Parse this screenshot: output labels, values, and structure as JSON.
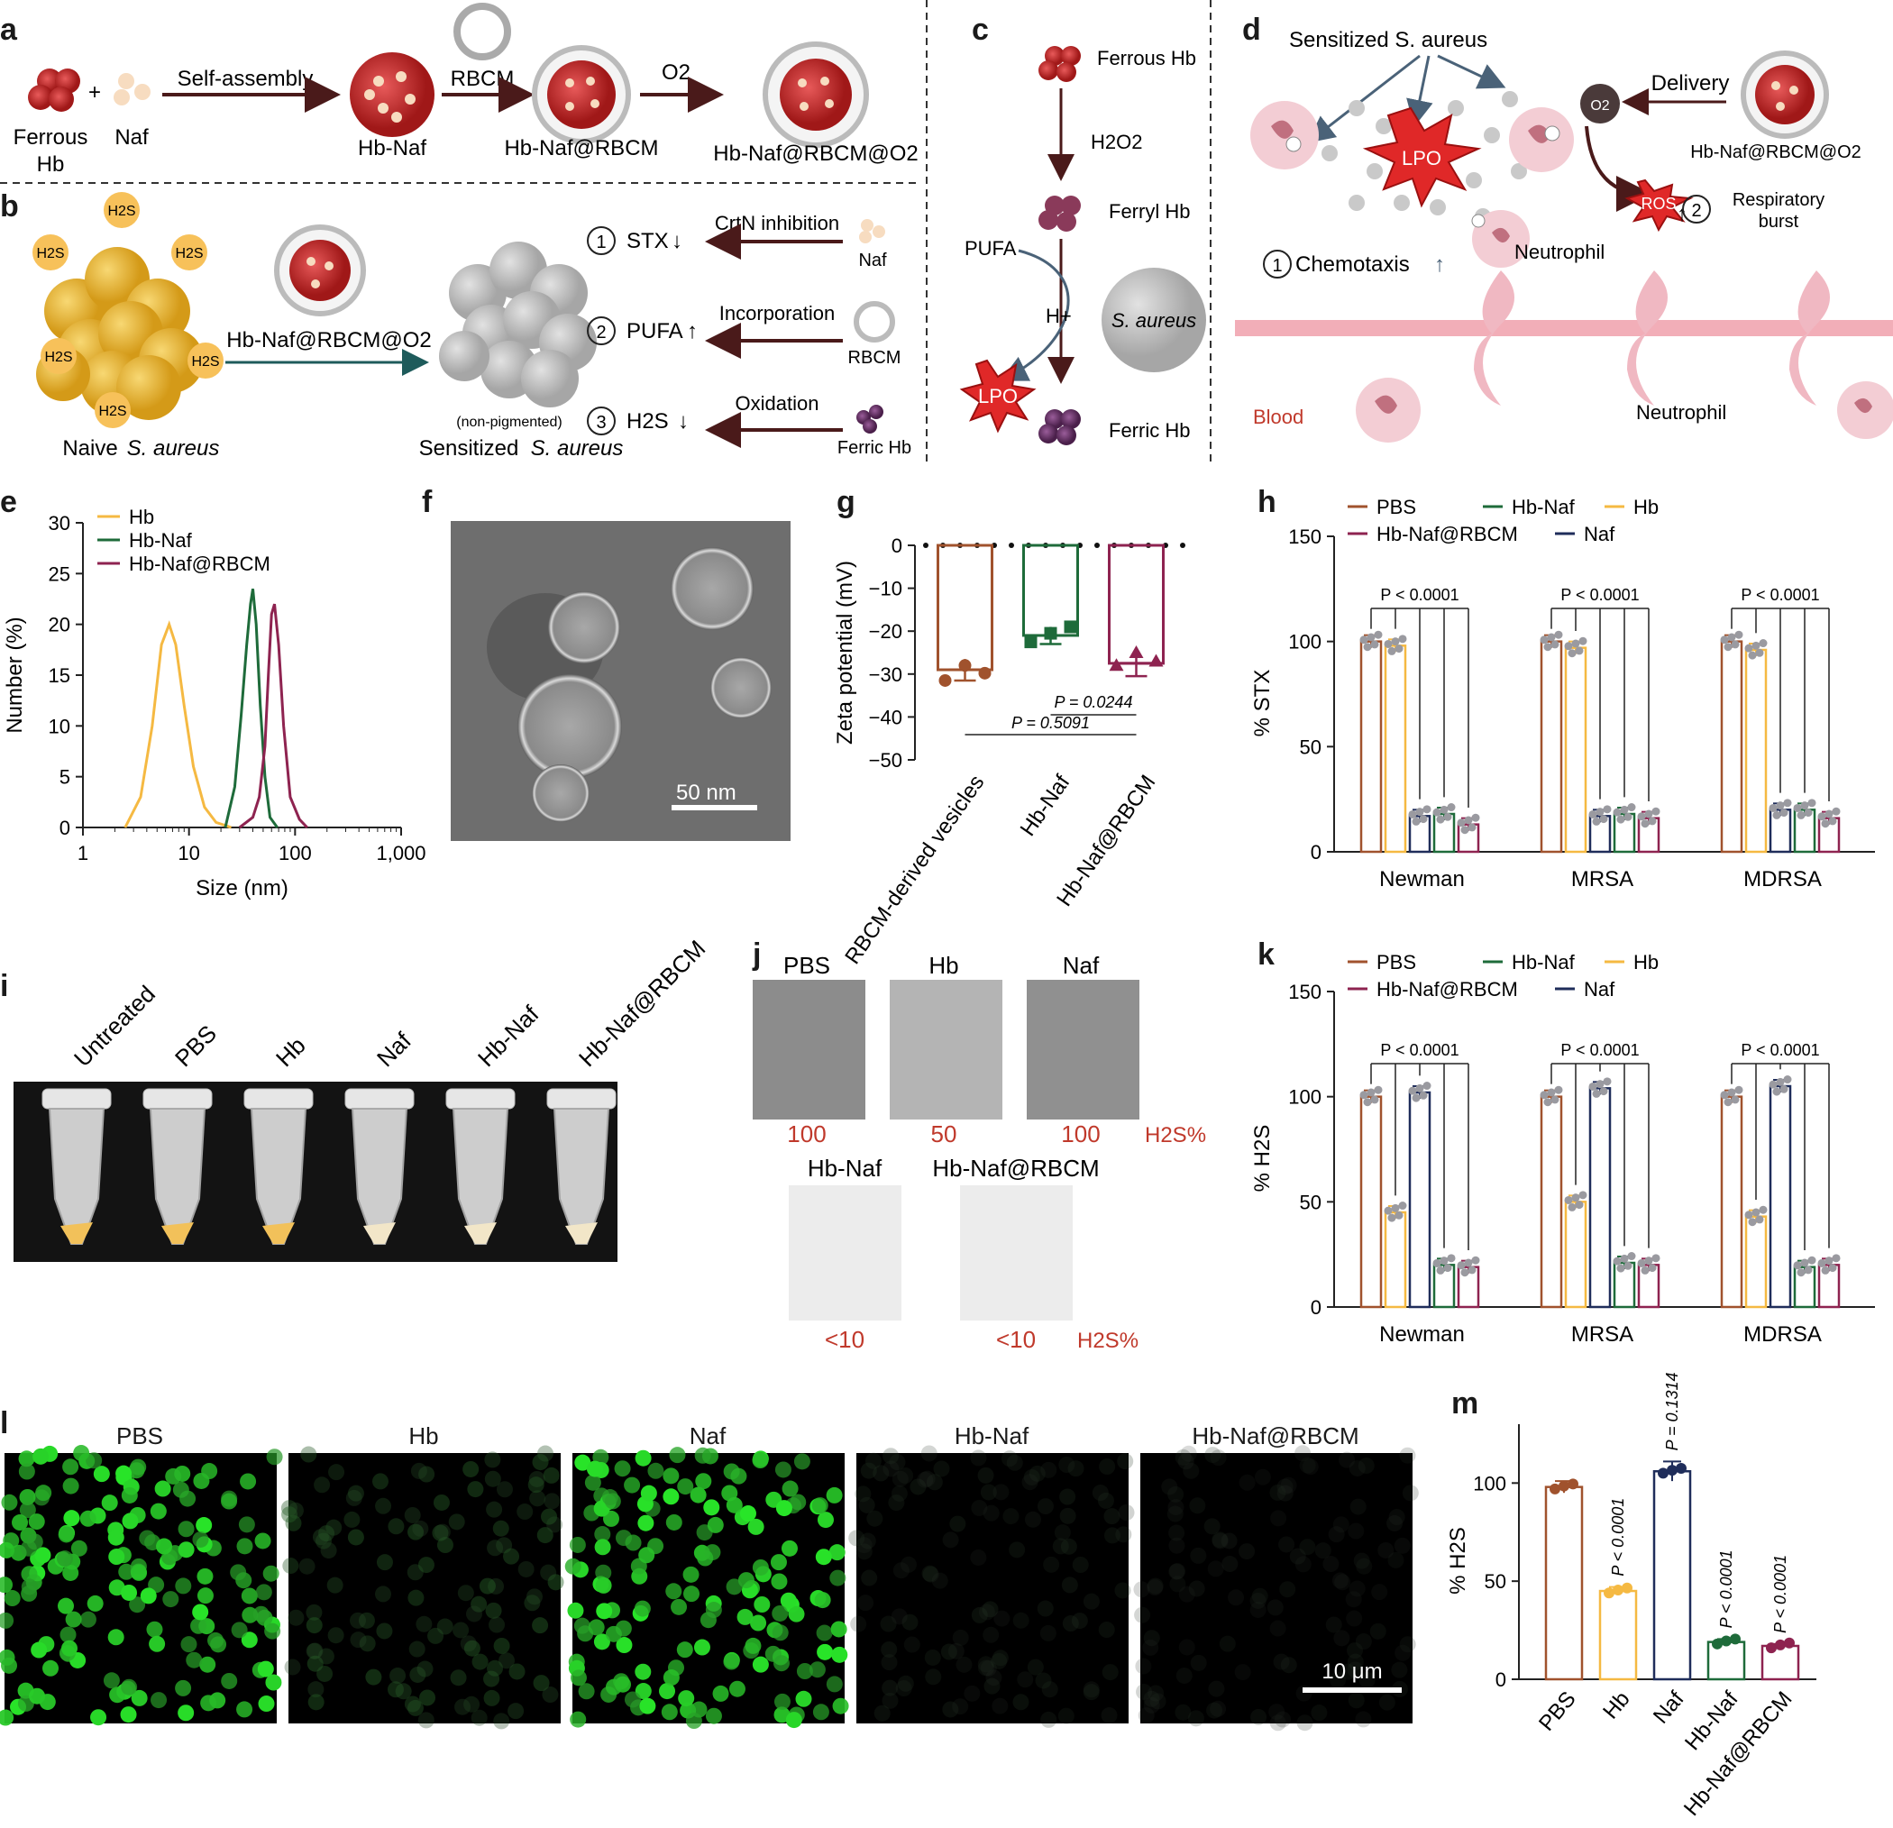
{
  "panel_labels": {
    "a": "a",
    "b": "b",
    "c": "c",
    "d": "d",
    "e": "e",
    "f": "f",
    "g": "g",
    "h": "h",
    "i": "i",
    "j": "j",
    "k": "k",
    "l": "l",
    "m": "m"
  },
  "panel_a": {
    "ferrous_hb": "Ferrous",
    "ferrous_hb2": "Hb",
    "plus": "+",
    "naf": "Naf",
    "self_assembly": "Self-assembly",
    "hb_naf": "Hb-Naf",
    "rbcm": "RBCM",
    "hb_naf_rbcm": "Hb-Naf@RBCM",
    "o2": "O2",
    "hb_naf_rbcm_o2": "Hb-Naf@RBCM@O2"
  },
  "panel_b": {
    "h2s": "H2S",
    "naive": "Naive",
    "s_aureus": "S. aureus",
    "agent": "Hb-Naf@RBCM@O2",
    "sensitized": "Sensitized",
    "non_pigmented": "(non-pigmented)",
    "steps": [
      {
        "num": "1",
        "name": "STX",
        "dir": "↓",
        "action": "CrtN inhibition",
        "source": "Naf"
      },
      {
        "num": "2",
        "name": "PUFA",
        "dir": "↑",
        "action": "Incorporation",
        "source": "RBCM"
      },
      {
        "num": "3",
        "name": "H2S",
        "dir": "↓",
        "action": "Oxidation",
        "source": "Ferric Hb"
      }
    ]
  },
  "panel_c": {
    "ferrous": "Ferrous Hb",
    "h2o2": "H2O2",
    "ferryl": "Ferryl Hb",
    "pufa": "PUFA",
    "hplus": "H+",
    "s_aureus": "S. aureus",
    "lpo": "LPO",
    "ferric": "Ferric Hb"
  },
  "panel_d": {
    "sensitized": "Sensitized S. aureus",
    "lpo": "LPO",
    "delivery": "Delivery",
    "o2": "O2",
    "agent": "Hb-Naf@RBCM@O2",
    "ros": "ROS",
    "step2": "2",
    "resp": "Respiratory",
    "burst": "burst",
    "up": "↑",
    "step1": "1",
    "chemotaxis": "Chemotaxis",
    "neutrophil": "Neutrophil",
    "blood": "Blood",
    "neutrophil2": "Neutrophil"
  },
  "panel_f": {
    "scale": "50 nm"
  },
  "panel_i": {
    "labels": [
      "Untreated",
      "PBS",
      "Hb",
      "Naf",
      "Hb-Naf",
      "Hb-Naf@RBCM"
    ]
  },
  "panel_j": {
    "top": [
      {
        "name": "PBS",
        "value": "100"
      },
      {
        "name": "Hb",
        "value": "50"
      },
      {
        "name": "Naf",
        "value": "100"
      }
    ],
    "bottom": [
      {
        "name": "Hb-Naf",
        "value": "<10"
      },
      {
        "name": "Hb-Naf@RBCM",
        "value": "<10"
      }
    ],
    "unit": "H2S%"
  },
  "panel_l": {
    "labels": [
      "PBS",
      "Hb",
      "Naf",
      "Hb-Naf",
      "Hb-Naf@RBCM"
    ],
    "scale": "10 μm"
  },
  "chart_data": [
    {
      "panel": "e",
      "type": "line",
      "xlabel": "Size (nm)",
      "ylabel": "Number (%)",
      "xscale": "log",
      "xlim": [
        1,
        1000
      ],
      "ylim": [
        0,
        30
      ],
      "xticks": [
        "1",
        "10",
        "100",
        "1,000"
      ],
      "yticks": [
        "0",
        "5",
        "10",
        "15",
        "20",
        "25",
        "30"
      ],
      "legend": "top-left",
      "series": [
        {
          "name": "Hb",
          "color": "#f5b942",
          "x": [
            2.5,
            3.5,
            4.5,
            5.5,
            6.5,
            7.5,
            9,
            11,
            14,
            18,
            25
          ],
          "y": [
            0,
            3,
            10,
            18,
            20,
            18,
            12,
            6,
            2,
            0.5,
            0
          ]
        },
        {
          "name": "Hb-Naf",
          "color": "#1e6b3a",
          "x": [
            22,
            27,
            31,
            35,
            38,
            40,
            43,
            47,
            52,
            58,
            68
          ],
          "y": [
            0,
            4,
            11,
            18,
            22,
            23.5,
            20,
            12,
            5,
            1,
            0
          ]
        },
        {
          "name": "Hb-Naf@RBCM",
          "color": "#8e2350",
          "x": [
            30,
            40,
            46,
            52,
            56,
            60,
            64,
            70,
            78,
            90,
            110,
            130
          ],
          "y": [
            0,
            1,
            3,
            8,
            15,
            21,
            22,
            18,
            10,
            3,
            0.8,
            0
          ]
        }
      ]
    },
    {
      "panel": "g",
      "type": "bar",
      "ylabel": "Zeta potential (mV)",
      "ylim": [
        -50,
        0
      ],
      "yticks": [
        "0",
        "−10",
        "−20",
        "−30",
        "−40",
        "−50"
      ],
      "categories": [
        "RBCM-derived vesicles",
        "Hb-Naf",
        "Hb-Naf@RBCM"
      ],
      "values": [
        -29,
        -21,
        -27.5
      ],
      "errors": [
        2.5,
        2,
        3
      ],
      "colors": [
        "#a0522d",
        "#1e6b3a",
        "#8e2350"
      ],
      "points": [
        [
          -31.5,
          -28,
          -29.8
        ],
        [
          -22.5,
          -20.5,
          -19
        ],
        [
          -28,
          -25,
          -27
        ]
      ],
      "annotations": [
        "P = 0.0244",
        "P = 0.5091"
      ]
    },
    {
      "panel": "h",
      "type": "bar",
      "ylabel": "% STX",
      "ylim": [
        0,
        150
      ],
      "yticks": [
        "0",
        "50",
        "100",
        "150"
      ],
      "groups": [
        "Newman",
        "MRSA",
        "MDRSA"
      ],
      "legend": [
        "PBS",
        "Hb-Naf",
        "Hb",
        "Hb-Naf@RBCM",
        "Naf"
      ],
      "series": [
        {
          "name": "PBS",
          "color": "#a0522d",
          "values": [
            100,
            100,
            100
          ]
        },
        {
          "name": "Hb",
          "color": "#f5b942",
          "values": [
            98,
            97,
            96
          ]
        },
        {
          "name": "Naf",
          "color": "#1f2d5a",
          "values": [
            17,
            17,
            20
          ]
        },
        {
          "name": "Hb-Naf",
          "color": "#1e6b3a",
          "values": [
            18,
            18,
            20
          ]
        },
        {
          "name": "Hb-Naf@RBCM",
          "color": "#8e2350",
          "values": [
            13,
            16,
            16
          ]
        }
      ],
      "annotations": [
        "P < 0.0001",
        "P < 0.0001",
        "P < 0.0001"
      ]
    },
    {
      "panel": "k",
      "type": "bar",
      "ylabel": "% H2S",
      "ylim": [
        0,
        150
      ],
      "yticks": [
        "0",
        "50",
        "100",
        "150"
      ],
      "groups": [
        "Newman",
        "MRSA",
        "MDRSA"
      ],
      "legend": [
        "PBS",
        "Hb-Naf",
        "Hb",
        "Hb-Naf@RBCM",
        "Naf"
      ],
      "series": [
        {
          "name": "PBS",
          "color": "#a0522d",
          "values": [
            100,
            100,
            100
          ]
        },
        {
          "name": "Hb",
          "color": "#f5b942",
          "values": [
            45,
            50,
            43
          ]
        },
        {
          "name": "Naf",
          "color": "#1f2d5a",
          "values": [
            102,
            104,
            105
          ]
        },
        {
          "name": "Hb-Naf",
          "color": "#1e6b3a",
          "values": [
            20,
            21,
            19
          ]
        },
        {
          "name": "Hb-Naf@RBCM",
          "color": "#8e2350",
          "values": [
            19,
            20,
            20
          ]
        }
      ],
      "annotations": [
        "P < 0.0001",
        "P < 0.0001",
        "P < 0.0001"
      ]
    },
    {
      "panel": "m",
      "type": "bar",
      "ylabel": "% H2S",
      "ylim": [
        0,
        130
      ],
      "yticks": [
        "0",
        "50",
        "100"
      ],
      "categories": [
        "PBS",
        "Hb",
        "Naf",
        "Hb-Naf",
        "Hb-Naf@RBCM"
      ],
      "values": [
        98,
        45,
        106,
        19,
        17
      ],
      "errors": [
        3,
        2,
        5,
        1.5,
        1
      ],
      "colors": [
        "#a0522d",
        "#f5b942",
        "#1f2d5a",
        "#1e6b3a",
        "#8e2350"
      ],
      "pvalues": [
        "",
        "P < 0.0001",
        "P = 0.1314",
        "P < 0.0001",
        "P < 0.0001"
      ]
    }
  ]
}
